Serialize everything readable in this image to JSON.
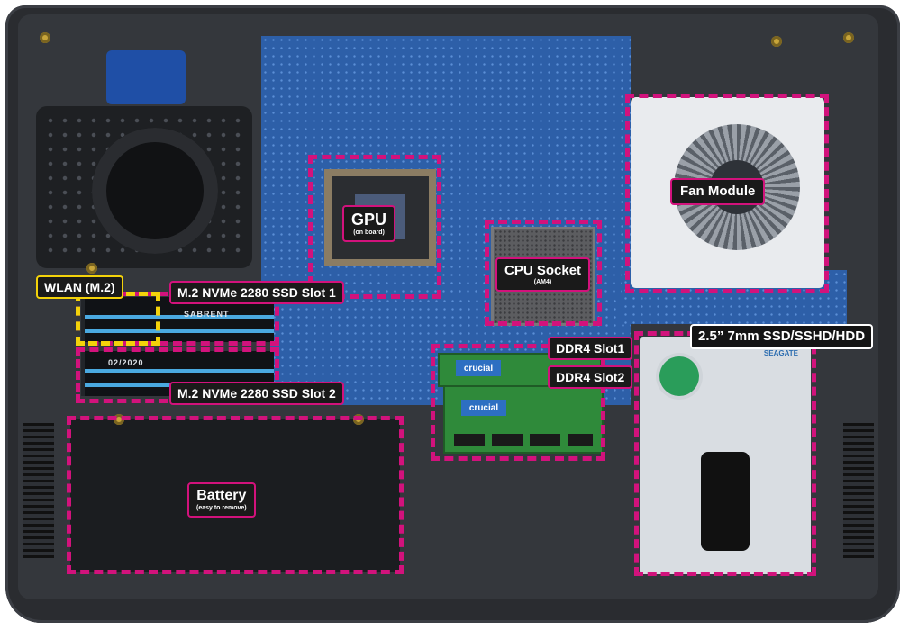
{
  "labels": {
    "gpu": {
      "main": "GPU",
      "sub": "(on board)"
    },
    "cpu": {
      "main": "CPU Socket",
      "sub": "(AM4)"
    },
    "fan": "Fan Module",
    "wlan": "WLAN (M.2)",
    "ssd1": "M.2 NVMe 2280 SSD Slot 1",
    "ssd2": "M.2 NVMe 2280 SSD Slot 2",
    "ddr1": "DDR4 Slot1",
    "ddr2": "DDR4 Slot2",
    "hdd": "2.5” 7mm SSD/SSHD/HDD",
    "battery": {
      "main": "Battery",
      "sub": "(easy to remove)"
    }
  },
  "component_text": {
    "ram_brand": "crucial",
    "ssd_brand": "SABRENT",
    "ssd_date": "02/2020",
    "hdd_brand": "SEAGATE"
  },
  "colors": {
    "callout": "#d2127c",
    "wlan_callout": "#f3d20a",
    "tag_bg": "#1a1a1a"
  }
}
